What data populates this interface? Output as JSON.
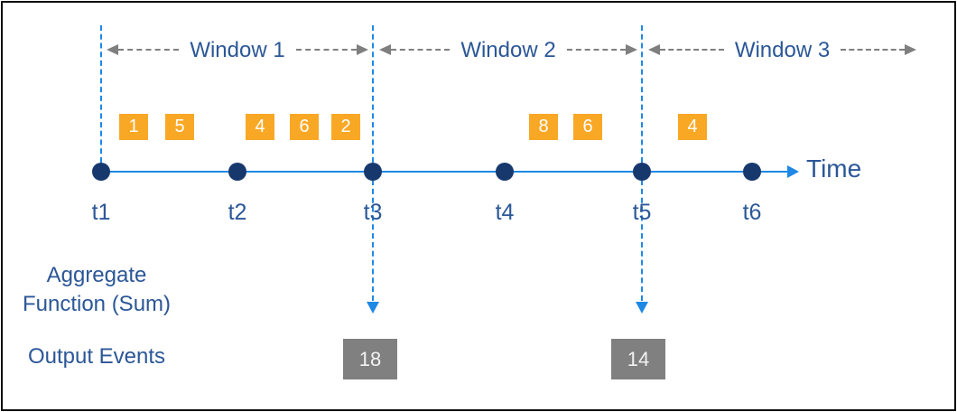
{
  "diagram": {
    "kind": "tumbling-window-aggregation-timeline"
  },
  "windows": [
    {
      "label": "Window 1"
    },
    {
      "label": "Window 2"
    },
    {
      "label": "Window 3"
    }
  ],
  "timeline": {
    "axis_label": "Time",
    "ticks": [
      "t1",
      "t2",
      "t3",
      "t4",
      "t5",
      "t6"
    ]
  },
  "events": [
    {
      "value": "1",
      "window": "Window 1"
    },
    {
      "value": "5",
      "window": "Window 1"
    },
    {
      "value": "4",
      "window": "Window 1"
    },
    {
      "value": "6",
      "window": "Window 1"
    },
    {
      "value": "2",
      "window": "Window 1"
    },
    {
      "value": "8",
      "window": "Window 2"
    },
    {
      "value": "6",
      "window": "Window 2"
    },
    {
      "value": "4",
      "window": "Window 3"
    }
  ],
  "aggregate": {
    "line1": "Aggregate",
    "line2": "Function (Sum)"
  },
  "output": {
    "label": "Output Events",
    "values": [
      {
        "value": "18",
        "at_tick": "t3"
      },
      {
        "value": "14",
        "at_tick": "t5"
      }
    ]
  },
  "colors": {
    "timeline_blue": "#1E88E5",
    "dot_navy": "#17386D",
    "text_blue": "#2B5797",
    "event_orange": "#F9A825",
    "output_gray": "#808080",
    "measure_gray": "#7F7F7F",
    "border_black": "#0a0a0a"
  }
}
